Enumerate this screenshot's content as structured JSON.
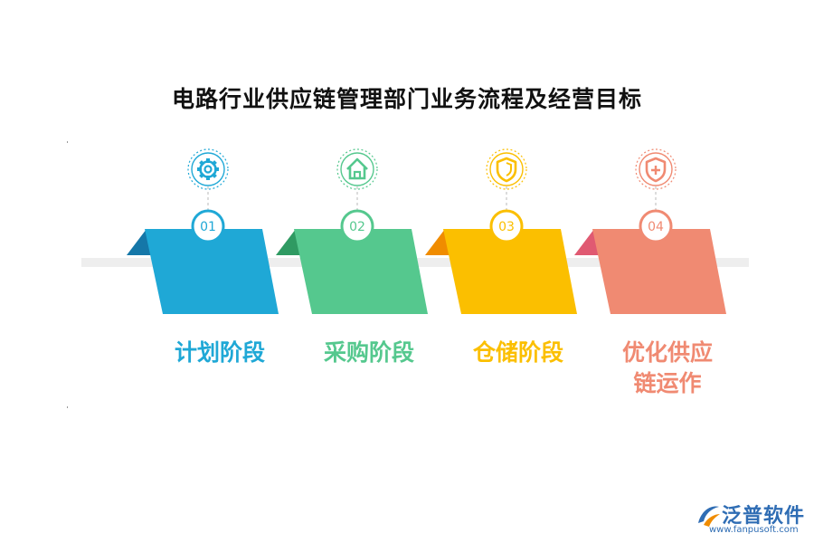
{
  "title": "电路行业供应链管理部门业务流程及经营目标",
  "stages": [
    {
      "number": "01",
      "label_lines": [
        "计划阶段"
      ],
      "icon": "gear-icon",
      "color": "#1fa8d6",
      "dark": "#1577a8"
    },
    {
      "number": "02",
      "label_lines": [
        "采购阶段"
      ],
      "icon": "house-icon",
      "color": "#55c88e",
      "dark": "#2f9a62"
    },
    {
      "number": "03",
      "label_lines": [
        "仓储阶段"
      ],
      "icon": "shield-icon",
      "color": "#fbbf00",
      "dark": "#f08c00"
    },
    {
      "number": "04",
      "label_lines": [
        "优化供应",
        "链运作"
      ],
      "icon": "medical-shield-icon",
      "color": "#f08a72",
      "dark": "#e05a72"
    }
  ],
  "logo": {
    "name": "泛普软件",
    "url": "www.fanpusoft.com",
    "color": "#2f6db4"
  }
}
